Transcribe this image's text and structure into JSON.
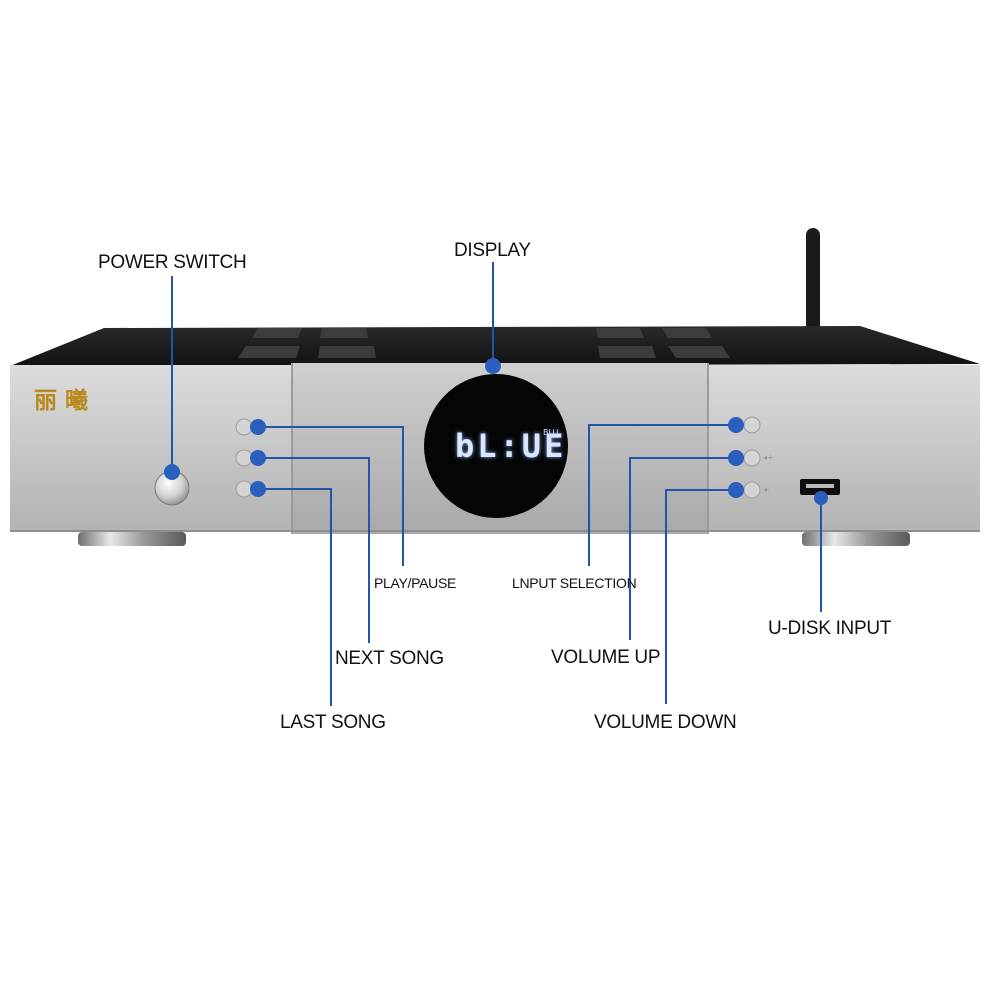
{
  "device": {
    "brand_text": "丽曦",
    "display_text": "bL:UE",
    "display_sub_text": "BLU"
  },
  "callouts": {
    "power_switch": "POWER SWITCH",
    "display": "DISPLAY",
    "play_pause": "PLAY/PAUSE",
    "next_song": "NEXT SONG",
    "last_song": "LAST SONG",
    "input_selection": "LNPUT SELECTION",
    "volume_up": "VOLUME UP",
    "volume_down": "VOLUME DOWN",
    "u_disk_input": "U-DISK INPUT"
  },
  "colors": {
    "callout_line": "#2255a8",
    "callout_dot": "#2b5fbd",
    "brand_gold": "#b88a1c",
    "display_glow": "#d8e6ff"
  },
  "icons": {
    "volume_up_glyph": "◂+",
    "volume_down_glyph": "◂-"
  }
}
